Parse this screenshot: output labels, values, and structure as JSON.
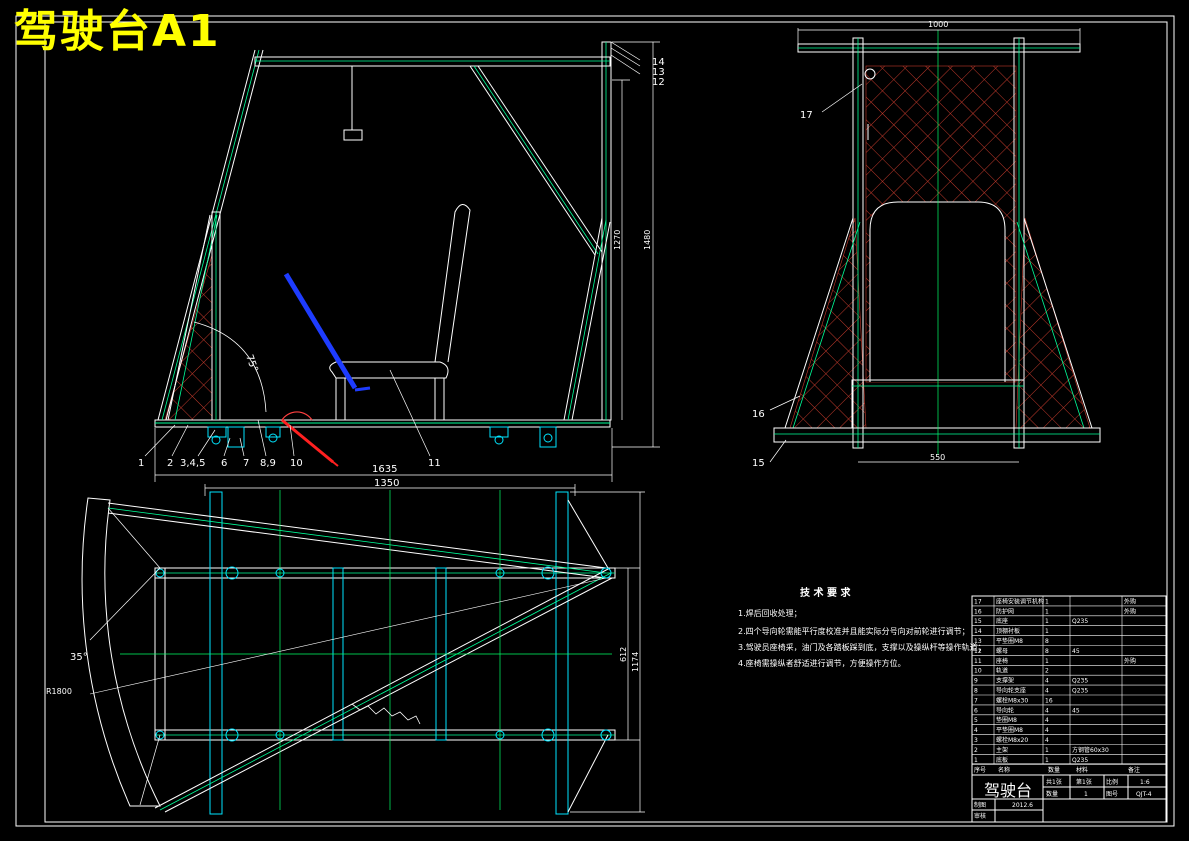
{
  "title": "驾驶台A1",
  "side_view": {
    "dims": {
      "d1635": "1635",
      "d1480": "1480",
      "d1270": "1270",
      "angle": "75°"
    },
    "labels": [
      "1",
      "2",
      "3,4,5",
      "6",
      "7",
      "8,9",
      "10",
      "11",
      "12",
      "13",
      "14"
    ]
  },
  "front_view": {
    "dims": {
      "d1000": "1000",
      "d550": "550"
    },
    "labels": [
      "15",
      "16",
      "17"
    ]
  },
  "plan_view": {
    "dims": {
      "d1350": "1350",
      "d612": "612",
      "d1174": "1174",
      "angle": "35°",
      "radius": "R1800"
    }
  },
  "tech": {
    "heading": "技 术 要 求",
    "items": [
      "1.焊后回收处理；",
      "2.四个导向轮需能平行度校准并且能实际分号向对前轮进行调节；",
      "3.驾驶员座椅采，油门及各踏板踩到底，支撑以及操纵杆等操作轨道；",
      "4.座椅需操纵者舒适进行调节，方便操作方位。"
    ]
  },
  "bom": {
    "rows": [
      {
        "no": "17",
        "name": "座椅安装调节机构",
        "qty": "1",
        "mat": "",
        "note": "外购"
      },
      {
        "no": "16",
        "name": "防护网",
        "qty": "1",
        "mat": "",
        "note": "外购"
      },
      {
        "no": "15",
        "name": "底座",
        "qty": "1",
        "mat": "Q235",
        "note": ""
      },
      {
        "no": "14",
        "name": "顶棚衬板",
        "qty": "1",
        "mat": "",
        "note": ""
      },
      {
        "no": "13",
        "name": "平垫圈M8",
        "qty": "8",
        "mat": "",
        "note": ""
      },
      {
        "no": "12",
        "name": "螺母",
        "qty": "8",
        "mat": "45",
        "note": ""
      },
      {
        "no": "11",
        "name": "座椅",
        "qty": "1",
        "mat": "",
        "note": "外购"
      },
      {
        "no": "10",
        "name": "轨道",
        "qty": "2",
        "mat": "",
        "note": ""
      },
      {
        "no": "9",
        "name": "支撑架",
        "qty": "4",
        "mat": "Q235",
        "note": ""
      },
      {
        "no": "8",
        "name": "导向轮支座",
        "qty": "4",
        "mat": "Q235",
        "note": ""
      },
      {
        "no": "7",
        "name": "螺栓M8x30",
        "qty": "16",
        "mat": "",
        "note": ""
      },
      {
        "no": "6",
        "name": "导向轮",
        "qty": "4",
        "mat": "45",
        "note": ""
      },
      {
        "no": "5",
        "name": "垫圈M8",
        "qty": "4",
        "mat": "",
        "note": ""
      },
      {
        "no": "4",
        "name": "平垫圈M8",
        "qty": "4",
        "mat": "",
        "note": ""
      },
      {
        "no": "3",
        "name": "螺栓M8x20",
        "qty": "4",
        "mat": "",
        "note": ""
      },
      {
        "no": "2",
        "name": "主架",
        "qty": "1",
        "mat": "方钢管60x30",
        "note": ""
      },
      {
        "no": "1",
        "name": "底板",
        "qty": "1",
        "mat": "Q235",
        "note": ""
      }
    ],
    "header": {
      "no": "序号",
      "name": "名称",
      "qty": "数量",
      "mat": "材料",
      "note": "备注"
    },
    "title": "驾驶台",
    "ratio_label": "比例",
    "ratio": "1:6",
    "sheet_label": "共1张",
    "sheet": "第1张",
    "qty_label": "数量",
    "qty": "1",
    "drawing_no_label": "图号",
    "drawing_no": "QJT-4",
    "drawn_label": "制图",
    "date": "2012.6",
    "checked_label": "审核"
  }
}
